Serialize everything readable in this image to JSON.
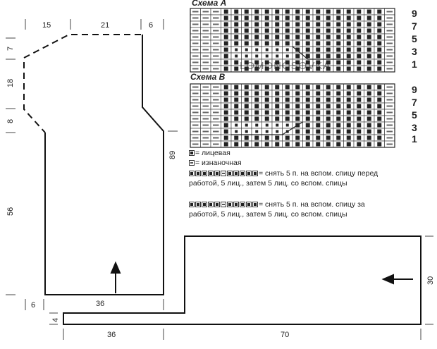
{
  "schemes": [
    {
      "title": "Схема А",
      "rows": [
        "9",
        "7",
        "5",
        "3",
        "1"
      ]
    },
    {
      "title": "Схема В",
      "rows": [
        "9",
        "7",
        "5",
        "3",
        "1"
      ]
    }
  ],
  "watermark": "LOMONOSOVKA",
  "legend": {
    "knit": "= лицевая",
    "purl": "= изнаночная",
    "cable_front_1": "= снять 5 п. на вспом. спицу перед",
    "cable_front_2": "работой, 5 лиц., затем 5 лиц. со вспом. спицы",
    "cable_back_1": "= снять 5 п. на вспом. спицу за",
    "cable_back_2": "работой, 5 лиц., затем 5 лиц. со вспом. спицы"
  },
  "dimensions": {
    "top_left": "15",
    "top_mid": "21",
    "top_right": "6",
    "side_7": "7",
    "side_18": "18",
    "side_8": "8",
    "side_56": "56",
    "height_89": "89",
    "bottom_6": "6",
    "bottom_36": "36",
    "band_4": "4",
    "band_36": "36",
    "band_70": "70",
    "band_30": "30"
  }
}
